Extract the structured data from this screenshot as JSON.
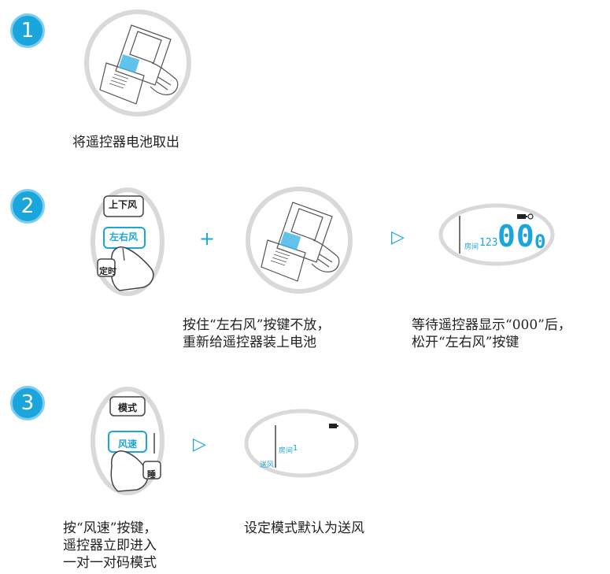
{
  "steps": [
    {
      "number": "1",
      "caption": "将遥控器电池取出"
    },
    {
      "number": "2",
      "caption_a": "按住“左右风”按键不放，\n重新给遥控器装上电池",
      "caption_b": "等待遥控器显示“000”后，\n松开“左右风”按键"
    },
    {
      "number": "3",
      "caption_a": "按“风速”按键，\n遥控器立即进入\n一对一对码模式",
      "caption_b": "设定模式默认为送风"
    }
  ],
  "buttons": {
    "up_down_wind": "上下风",
    "left_right_wind": "左右风",
    "timer_partial": "定时",
    "mode": "模式",
    "fan_speed": "风速",
    "sleep_partial": "睡"
  },
  "displays": {
    "step2": {
      "room_label": "房间",
      "small_digits": "123",
      "big_digits": "00",
      "small_zero": "0"
    },
    "step3": {
      "room_label": "房间",
      "small_digit": "1",
      "mode_label": "送风"
    }
  },
  "symbols": {
    "plus": "+",
    "arrow": "▷"
  },
  "colors": {
    "accent": "#1aa6dc",
    "ring": "#d9d9d9",
    "line": "#444444"
  }
}
